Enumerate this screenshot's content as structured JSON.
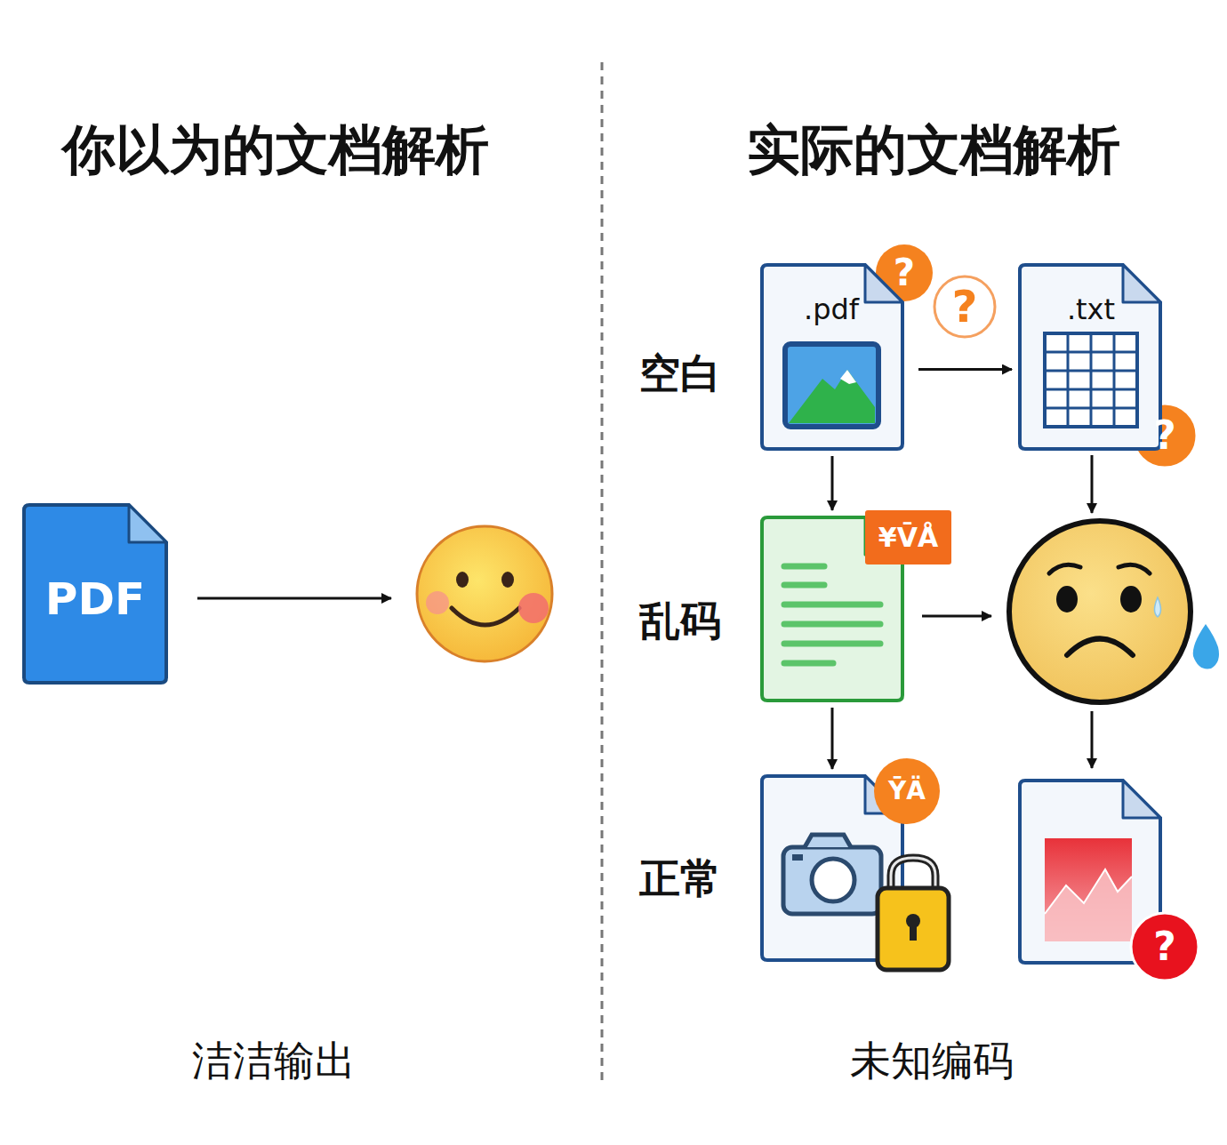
{
  "diagram": {
    "nodes": [
      {
        "text": [
          "PDF"
        ]
      },
      {
        "text": [
          ".pdf"
        ]
      },
      {
        "text": [
          ".txt"
        ]
      },
      {
        "text": [
          "¥V̄Å"
        ]
      },
      {
        "text": [
          "ȲÄ"
        ]
      }
    ],
    "edges": [
      {
        "from": 1,
        "to": 2,
        "arrow": "to"
      },
      {
        "from": 1,
        "to": 3,
        "arrow": "to"
      },
      {
        "from": 3,
        "to": 4,
        "arrow": "to"
      }
    ],
    "labels": [
      "你以为的文档解析",
      "实际的文档解析",
      "空白",
      "乱码",
      "正常",
      "洁洁输出",
      "未知编码",
      "?",
      "?",
      "?",
      "?"
    ]
  }
}
